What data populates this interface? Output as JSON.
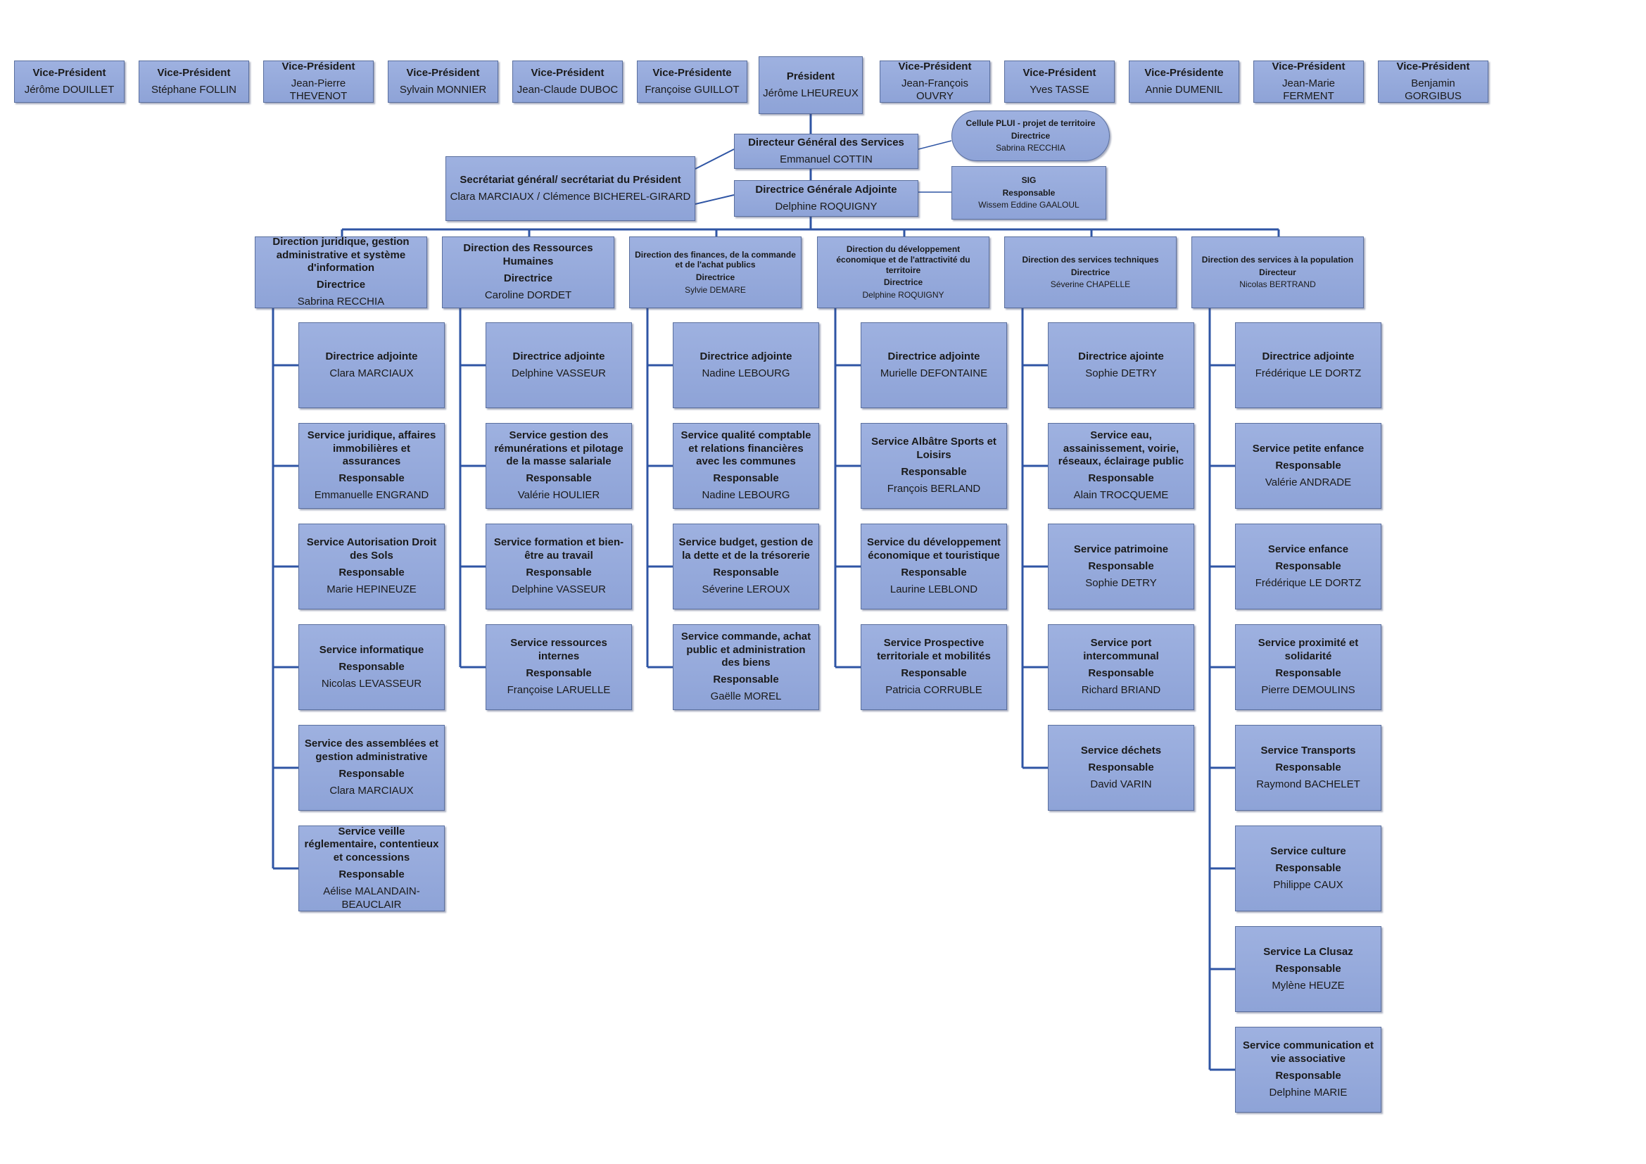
{
  "vice_presidents": [
    {
      "title": "Vice-Président",
      "name": "Jérôme DOUILLET"
    },
    {
      "title": "Vice-Président",
      "name": "Stéphane FOLLIN"
    },
    {
      "title": "Vice-Président",
      "name": "Jean-Pierre THEVENOT"
    },
    {
      "title": "Vice-Président",
      "name": "Sylvain MONNIER"
    },
    {
      "title": "Vice-Président",
      "name": "Jean-Claude DUBOC"
    },
    {
      "title": "Vice-Présidente",
      "name": "Françoise GUILLOT"
    },
    {
      "title": "Vice-Président",
      "name": "Jean-François OUVRY"
    },
    {
      "title": "Vice-Président",
      "name": "Yves TASSE"
    },
    {
      "title": "Vice-Présidente",
      "name": "Annie DUMENIL"
    },
    {
      "title": "Vice-Président",
      "name": "Jean-Marie FERMENT"
    },
    {
      "title": "Vice-Président",
      "name": "Benjamin GORGIBUS"
    }
  ],
  "president": {
    "title": "Président",
    "name": "Jérôme LHEUREUX"
  },
  "dgs": {
    "title": "Directeur Général des Services",
    "name": "Emmanuel COTTIN"
  },
  "dga": {
    "title": "Directrice Générale Adjointe",
    "name": "Delphine ROQUIGNY"
  },
  "secretariat": {
    "title": "Secrétariat général/ secrétariat du Président",
    "name": "Clara MARCIAUX / Clémence BICHEREL-GIRARD"
  },
  "pluih": {
    "title": "Cellule PLUI - projet de territoire",
    "role": "Directrice",
    "name": "Sabrina RECCHIA"
  },
  "sig": {
    "title": "SIG",
    "role": "Responsable",
    "name": "Wissem Eddine GAALOUL"
  },
  "directions": [
    {
      "title": "Direction juridique, gestion administrative et système d'information",
      "role": "Directrice",
      "name": "Sabrina RECCHIA",
      "services": [
        {
          "title": "Directrice adjointe",
          "role": "",
          "name": "Clara MARCIAUX"
        },
        {
          "title": "Service juridique, affaires immobilières et assurances",
          "role": "Responsable",
          "name": "Emmanuelle ENGRAND"
        },
        {
          "title": "Service Autorisation Droit des Sols",
          "role": "Responsable",
          "name": "Marie HEPINEUZE"
        },
        {
          "title": "Service informatique",
          "role": "Responsable",
          "name": "Nicolas LEVASSEUR"
        },
        {
          "title": "Service des assemblées et gestion administrative",
          "role": "Responsable",
          "name": "Clara MARCIAUX"
        },
        {
          "title": "Service veille réglementaire, contentieux et concessions",
          "role": "Responsable",
          "name": "Aélise MALANDAIN-BEAUCLAIR"
        }
      ]
    },
    {
      "title": "Direction des Ressources Humaines",
      "role": "Directrice",
      "name": "Caroline DORDET",
      "services": [
        {
          "title": "Directrice adjointe",
          "role": "",
          "name": "Delphine VASSEUR"
        },
        {
          "title": "Service gestion des rémunérations et pilotage de la masse salariale",
          "role": "Responsable",
          "name": "Valérie HOULIER"
        },
        {
          "title": "Service formation et bien-être au travail",
          "role": "Responsable",
          "name": "Delphine VASSEUR"
        },
        {
          "title": "Service ressources internes",
          "role": "Responsable",
          "name": "Françoise LARUELLE"
        }
      ]
    },
    {
      "title": "Direction des finances, de la commande et de l'achat publics",
      "role": "Directrice",
      "name": "Sylvie DEMARE",
      "services": [
        {
          "title": "Directrice adjointe",
          "role": "",
          "name": "Nadine LEBOURG"
        },
        {
          "title": "Service qualité comptable et relations financières avec les communes",
          "role": "Responsable",
          "name": "Nadine LEBOURG"
        },
        {
          "title": "Service budget, gestion de la dette et de la trésorerie",
          "role": "Responsable",
          "name": "Séverine LEROUX"
        },
        {
          "title": "Service commande, achat public et administration des biens",
          "role": "Responsable",
          "name": "Gaëlle MOREL"
        }
      ]
    },
    {
      "title": "Direction du développement économique et de l'attractivité du territoire",
      "role": "Directrice",
      "name": "Delphine ROQUIGNY",
      "services": [
        {
          "title": "Directrice adjointe",
          "role": "",
          "name": "Murielle DEFONTAINE"
        },
        {
          "title": "Service Albâtre Sports et Loisirs",
          "role": "Responsable",
          "name": "François BERLAND"
        },
        {
          "title": "Service du développement économique et touristique",
          "role": "Responsable",
          "name": "Laurine LEBLOND"
        },
        {
          "title": "Service Prospective territoriale et mobilités",
          "role": "Responsable",
          "name": "Patricia CORRUBLE"
        }
      ]
    },
    {
      "title": "Direction des services techniques",
      "role": "Directrice",
      "name": "Séverine CHAPELLE",
      "services": [
        {
          "title": "Directrice ajointe",
          "role": "",
          "name": "Sophie DETRY"
        },
        {
          "title": "Service  eau, assainissement, voirie, réseaux, éclairage public",
          "role": "Responsable",
          "name": "Alain TROCQUEME"
        },
        {
          "title": "Service patrimoine",
          "role": "Responsable",
          "name": "Sophie DETRY"
        },
        {
          "title": "Service port intercommunal",
          "role": "Responsable",
          "name": "Richard BRIAND"
        },
        {
          "title": "Service déchets",
          "role": "Responsable",
          "name": "David VARIN"
        }
      ]
    },
    {
      "title": "Direction des services à la population",
      "role": "Directeur",
      "name": "Nicolas BERTRAND",
      "services": [
        {
          "title": "Directrice adjointe",
          "role": "",
          "name": "Frédérique LE DORTZ"
        },
        {
          "title": "Service petite enfance",
          "role": "Responsable",
          "name": "Valérie ANDRADE"
        },
        {
          "title": "Service enfance",
          "role": "Responsable",
          "name": "Frédérique LE DORTZ"
        },
        {
          "title": "Service proximité et solidarité",
          "role": "Responsable",
          "name": "Pierre DEMOULINS"
        },
        {
          "title": "Service Transports",
          "role": "Responsable",
          "name": "Raymond BACHELET"
        },
        {
          "title": "Service culture",
          "role": "Responsable",
          "name": "Philippe CAUX"
        },
        {
          "title": "Service La Clusaz",
          "role": "Responsable",
          "name": "Mylène HEUZE"
        },
        {
          "title": "Service communication et vie associative",
          "role": "Responsable",
          "name": "Delphine MARIE"
        }
      ]
    }
  ]
}
